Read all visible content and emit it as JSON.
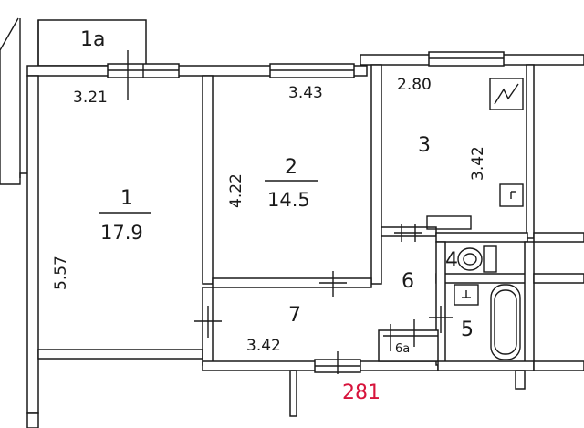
{
  "plan": {
    "apartment_number": "281",
    "rooms": [
      {
        "id": "1",
        "area": "17.9"
      },
      {
        "id": "2",
        "area": "14.5"
      },
      {
        "id": "3"
      },
      {
        "id": "4"
      },
      {
        "id": "5"
      },
      {
        "id": "6"
      },
      {
        "id": "7"
      },
      {
        "id": "1а"
      },
      {
        "id": "6а"
      }
    ],
    "dimensions": [
      "3.21",
      "3.43",
      "2.80",
      "3.42",
      "4.22",
      "5.57",
      "3.42"
    ],
    "colors": {
      "lines": "#1a1a1a",
      "apartment_number": "#d7143c",
      "background": "#ffffff"
    }
  }
}
